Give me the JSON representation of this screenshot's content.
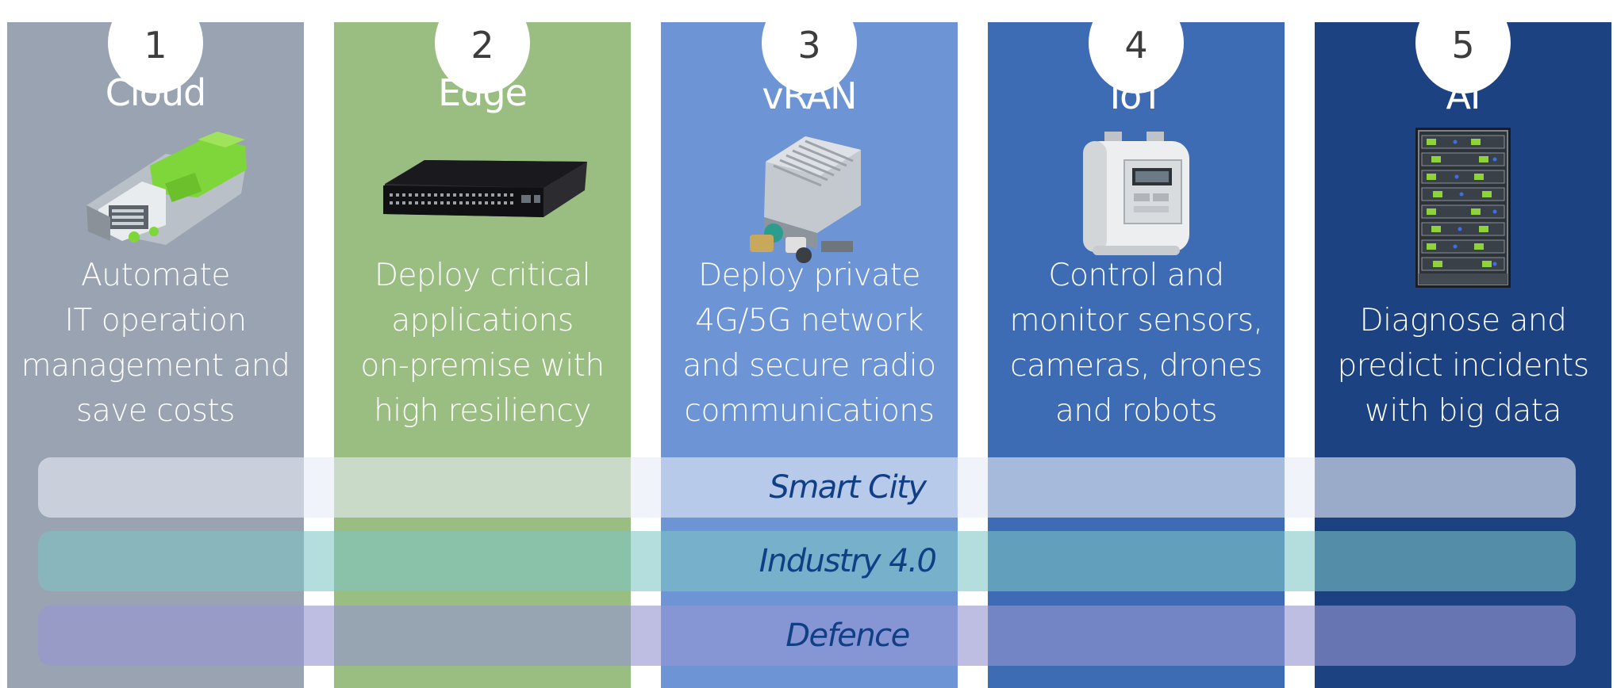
{
  "columns": [
    {
      "number": "1",
      "title": "Cloud",
      "description": [
        "Automate",
        "IT operation",
        "management and",
        "save costs"
      ],
      "icon": "server-blade-icon",
      "color": "#9aa3b1"
    },
    {
      "number": "2",
      "title": "Edge",
      "description": [
        "Deploy critical",
        "applications",
        "on-premise with",
        "high resiliency"
      ],
      "icon": "network-switch-icon",
      "color": "#9abe82"
    },
    {
      "number": "3",
      "title": "vRAN",
      "description": [
        "Deploy private",
        "4G/5G network",
        "and secure radio",
        "communications"
      ],
      "icon": "radio-unit-icon",
      "color": "#6d94d4"
    },
    {
      "number": "4",
      "title": "IoT",
      "description": [
        "Control and",
        "monitor sensors,",
        "cameras, drones",
        "and robots"
      ],
      "icon": "smart-meter-icon",
      "color": "#3d6bb4"
    },
    {
      "number": "5",
      "title": "AI",
      "description": [
        "Diagnose and",
        "predict incidents",
        "with big data"
      ],
      "icon": "gpu-rack-icon",
      "color": "#1c4281"
    }
  ],
  "bands": [
    {
      "label": "Smart City",
      "color": "#e6ecf6",
      "text_color": "#113f86"
    },
    {
      "label": "Industry 4.0",
      "color": "#8fd0cd",
      "text_color": "#113f86"
    },
    {
      "label": "Defence",
      "color": "#a7a7d8",
      "text_color": "#113f86"
    }
  ]
}
